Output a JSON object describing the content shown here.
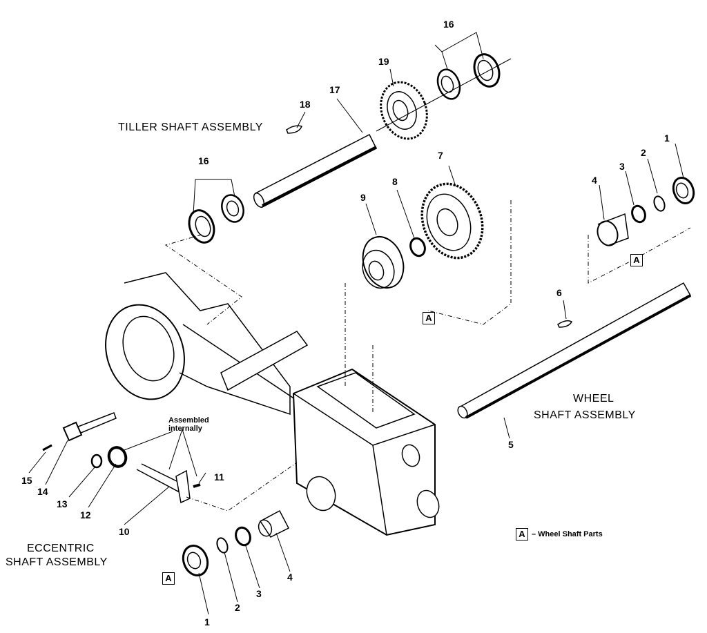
{
  "diagram": {
    "assemblies": {
      "tiller": "TILLER SHAFT ASSEMBLY",
      "eccentric_line1": "ECCENTRIC",
      "eccentric_line2": "SHAFT ASSEMBLY",
      "wheel_line1": "WHEEL",
      "wheel_line2": "SHAFT ASSEMBLY"
    },
    "note": {
      "line1": "Assembled",
      "line2": "internally"
    },
    "legend": {
      "symbol": "A",
      "text": "– Wheel Shaft Parts"
    },
    "callouts": {
      "c1_top": "1",
      "c2_top": "2",
      "c3_top": "3",
      "c4_top": "4",
      "c1_bot": "1",
      "c2_bot": "2",
      "c3_bot": "3",
      "c4_bot": "4",
      "c5": "5",
      "c6": "6",
      "c7": "7",
      "c8": "8",
      "c9": "9",
      "c10": "10",
      "c11": "11",
      "c12": "12",
      "c13": "13",
      "c14": "14",
      "c15": "15",
      "c16_top": "16",
      "c16_left": "16",
      "c17": "17",
      "c18": "18",
      "c19": "19"
    },
    "box_labels": {
      "a_right": "A",
      "a_center": "A",
      "a_bottom": "A"
    }
  }
}
